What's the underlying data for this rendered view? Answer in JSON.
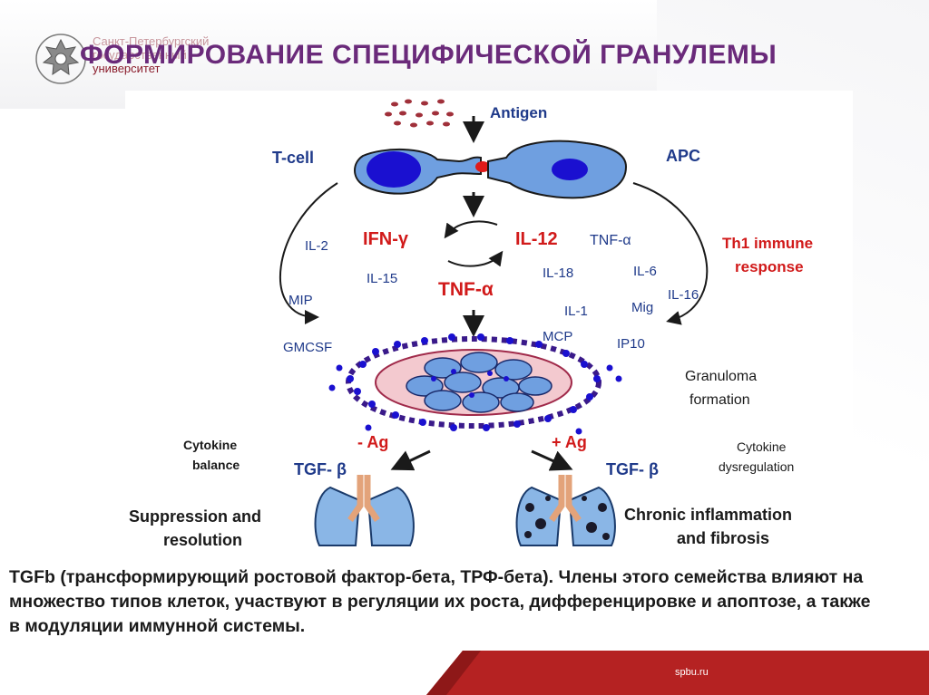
{
  "header": {
    "university_line1": "Санкт-Петербургский",
    "university_line2": "государственный",
    "university_line3": "университет",
    "title": "ФОРМИРОВАНИЕ СПЕЦИФИЧЕСКОЙ ГРАНУЛЕМЫ"
  },
  "diagram": {
    "antigen": "Antigen",
    "tcell": "T-cell",
    "apc": "APC",
    "ifn": "IFN-γ",
    "il12": "IL-12",
    "tnf_a_small": "TNF-α",
    "tnf_a_big": "TNF-α",
    "il2": "IL-2",
    "il15": "IL-15",
    "il18": "IL-18",
    "il6": "IL-6",
    "il1": "IL-1",
    "mig": "Mig",
    "il16": "IL-16",
    "mip": "MIP",
    "gmcsf": "GMCSF",
    "mcp": "MCP",
    "ip10": "IP10",
    "th1_line1": "Th1 immune",
    "th1_line2": "response",
    "granuloma_line1": "Granuloma",
    "granuloma_line2": "formation",
    "cyto_balance_line1": "Cytokine",
    "cyto_balance_line2": "balance",
    "cyto_dys_line1": "Cytokine",
    "cyto_dys_line2": "dysregulation",
    "minus_ag": "- Ag",
    "plus_ag": "+ Ag",
    "tgf_left": "TGF- β",
    "tgf_right": "TGF- β",
    "suppression_line1": "Suppression and",
    "suppression_line2": "resolution",
    "chronic_line1": "Chronic inflammation",
    "chronic_line2": "and fibrosis"
  },
  "body": {
    "text": "TGFb (трансформирующий ростовой фактор-бета, ТРФ-бета). Члены этого семейства влияют на множество типов клеток, участвуют в  регуляции их роста, дифференцировке и апоптозе, а также в  модуляции иммунной системы."
  },
  "footer": {
    "site": "spbu.ru"
  },
  "colors": {
    "title": "#6a2a7a",
    "label_navy": "#1f3a8a",
    "label_red": "#d11a1a",
    "cell_blue": "#6f9fe0",
    "nucleus": "#1a10d0",
    "footer_red": "#b52222"
  }
}
